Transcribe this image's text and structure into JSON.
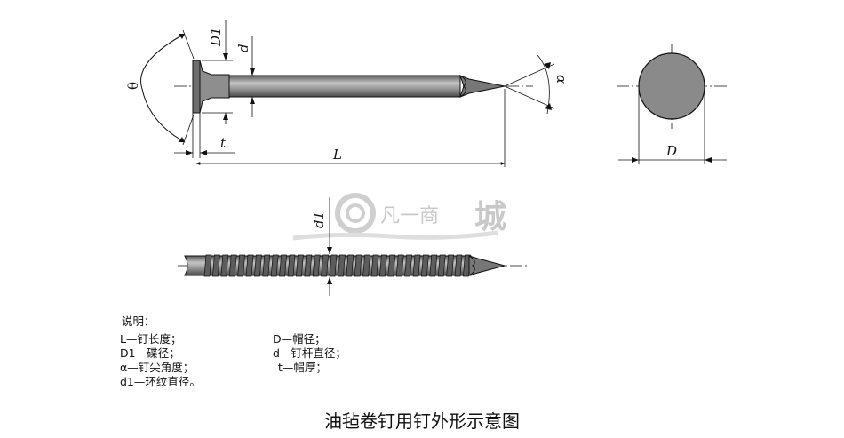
{
  "diagram": {
    "labels": {
      "theta": "θ",
      "D1": "D1",
      "d": "d",
      "alpha": "α",
      "t": "t",
      "L": "L",
      "D": "D",
      "d1": "d1"
    },
    "watermark": {
      "brand": "凡一商",
      "accent": "城"
    },
    "legend": {
      "heading": "说明：",
      "left": [
        "L—钉长度；",
        "D1—碟径；",
        "α—钉尖角度；",
        "d1—环纹直径。"
      ],
      "right": [
        "D—帽径；",
        "d—钉杆直径；",
        "t—帽厚；"
      ]
    },
    "caption": "油毡卷钉用钉外形示意图",
    "colors": {
      "line": "#111111",
      "shank": "#8c8c8c",
      "shank_light": "#c9c9c9",
      "head": "#9a9a9a",
      "watermark": "#cccccc"
    }
  }
}
